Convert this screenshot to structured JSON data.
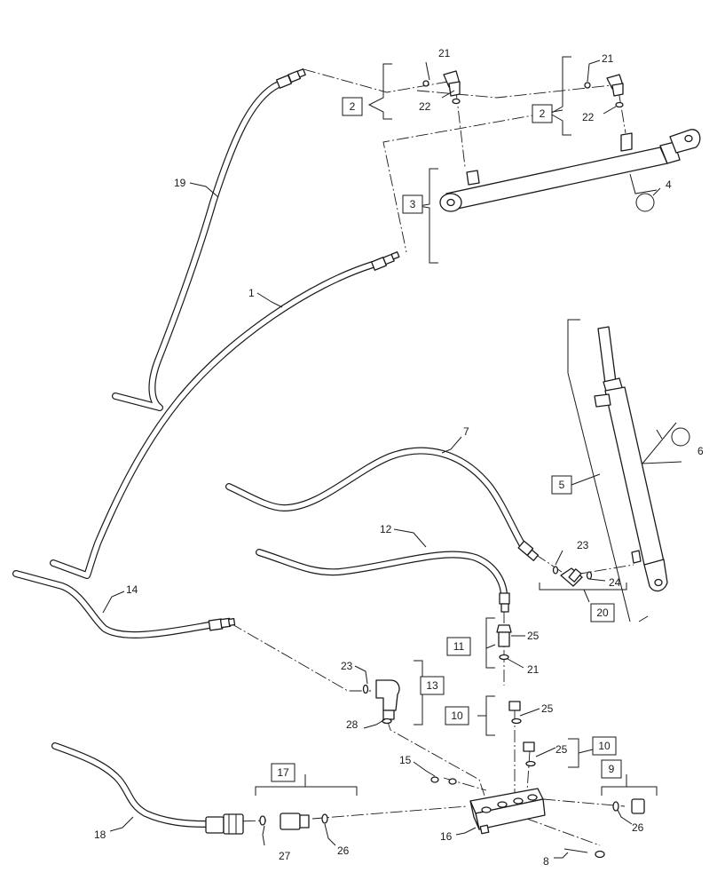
{
  "labels": {
    "p1": "1",
    "p2a": "2",
    "p2b": "2",
    "p3": "3",
    "p4": "4",
    "p5": "5",
    "p6": "6",
    "p7": "7",
    "p8": "8",
    "p9": "9",
    "p10a": "10",
    "p10b": "10",
    "p11": "11",
    "p12": "12",
    "p13": "13",
    "p14": "14",
    "p15": "15",
    "p16": "16",
    "p17": "17",
    "p18": "18",
    "p19": "19",
    "p20": "20",
    "p21a": "21",
    "p21b": "21",
    "p21c": "21",
    "p22a": "22",
    "p22b": "22",
    "p23a": "23",
    "p23b": "23",
    "p24": "24",
    "p25a": "25",
    "p25b": "25",
    "p25c": "25",
    "p26a": "26",
    "p26b": "26",
    "p27": "27",
    "p28": "28"
  }
}
